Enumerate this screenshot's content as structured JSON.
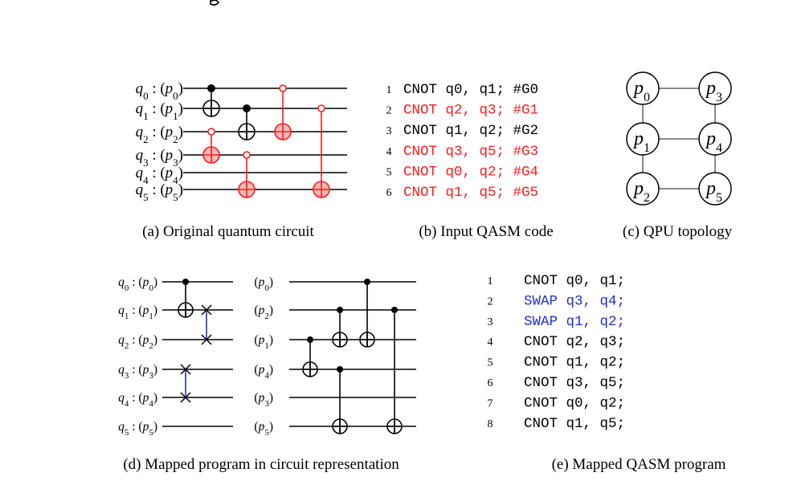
{
  "colors": {
    "black": "#000000",
    "highlight": "#ff1a1a",
    "highlight_fill": "#f8b7b7",
    "swap": "#1f2fd0",
    "topology_edge": "#8a8a8a"
  },
  "panel_a": {
    "caption": "(a) Original quantum circuit",
    "qubits": [
      {
        "q": "q",
        "sub": "0",
        "p": "p",
        "psub": "0"
      },
      {
        "q": "q",
        "sub": "1",
        "p": "p",
        "psub": "1"
      },
      {
        "q": "q",
        "sub": "2",
        "p": "p",
        "psub": "2"
      },
      {
        "q": "q",
        "sub": "3",
        "p": "p",
        "psub": "3"
      },
      {
        "q": "q",
        "sub": "4",
        "p": "p",
        "psub": "4"
      },
      {
        "q": "q",
        "sub": "5",
        "p": "p",
        "psub": "5"
      }
    ],
    "gates": [
      {
        "control": 0,
        "target": 1,
        "highlight": false
      },
      {
        "control": 2,
        "target": 3,
        "highlight": true
      },
      {
        "control": 1,
        "target": 2,
        "highlight": false
      },
      {
        "control": 3,
        "target": 5,
        "highlight": true
      },
      {
        "control": 0,
        "target": 2,
        "highlight": true
      },
      {
        "control": 1,
        "target": 5,
        "highlight": true
      }
    ]
  },
  "panel_b": {
    "caption": "(b) Input QASM code",
    "lines": [
      {
        "num": "1",
        "text": "CNOT q0, q1; #G0",
        "highlight": false
      },
      {
        "num": "2",
        "text": "CNOT q2, q3; #G1",
        "highlight": true
      },
      {
        "num": "3",
        "text": "CNOT q1, q2; #G2",
        "highlight": false
      },
      {
        "num": "4",
        "text": "CNOT q3, q5; #G3",
        "highlight": true
      },
      {
        "num": "5",
        "text": "CNOT q0, q2; #G4",
        "highlight": true
      },
      {
        "num": "6",
        "text": "CNOT q1, q5; #G5",
        "highlight": true
      }
    ]
  },
  "panel_c": {
    "caption": "(c) QPU topology",
    "nodes": [
      {
        "label": "p",
        "sub": "0"
      },
      {
        "label": "p",
        "sub": "3"
      },
      {
        "label": "p",
        "sub": "1"
      },
      {
        "label": "p",
        "sub": "4"
      },
      {
        "label": "p",
        "sub": "2"
      },
      {
        "label": "p",
        "sub": "5"
      }
    ],
    "edges": [
      [
        0,
        1
      ],
      [
        2,
        3
      ],
      [
        4,
        5
      ],
      [
        0,
        2
      ],
      [
        2,
        4
      ],
      [
        1,
        3
      ],
      [
        3,
        5
      ]
    ]
  },
  "panel_d": {
    "caption": "(d) Mapped program in circuit representation",
    "left_labels": [
      {
        "q": "q",
        "sub": "0",
        "p": "p",
        "psub": "0"
      },
      {
        "q": "q",
        "sub": "1",
        "p": "p",
        "psub": "1"
      },
      {
        "q": "q",
        "sub": "2",
        "p": "p",
        "psub": "2"
      },
      {
        "q": "q",
        "sub": "3",
        "p": "p",
        "psub": "3"
      },
      {
        "q": "q",
        "sub": "4",
        "p": "p",
        "psub": "4"
      },
      {
        "q": "q",
        "sub": "5",
        "p": "p",
        "psub": "5"
      }
    ],
    "mid_labels": [
      {
        "p": "p",
        "psub": "0"
      },
      {
        "p": "p",
        "psub": "2"
      },
      {
        "p": "p",
        "psub": "1"
      },
      {
        "p": "p",
        "psub": "4"
      },
      {
        "p": "p",
        "psub": "3"
      },
      {
        "p": "p",
        "psub": "5"
      }
    ],
    "swaps": [
      {
        "a": 1,
        "b": 2
      },
      {
        "a": 3,
        "b": 4
      }
    ],
    "cnot_first": {
      "control": 0,
      "target": 1
    },
    "cnots_second": [
      {
        "control": 2,
        "target": 3
      },
      {
        "control": 1,
        "target": 2
      },
      {
        "control": 0,
        "target": 2
      },
      {
        "control": 3,
        "target": 5
      },
      {
        "control": 1,
        "target": 5
      }
    ]
  },
  "panel_e": {
    "caption": "(e) Mapped QASM program",
    "lines": [
      {
        "num": "1",
        "text": "CNOT q0, q1;",
        "swap": false
      },
      {
        "num": "2",
        "text": "SWAP q3, q4;",
        "swap": true
      },
      {
        "num": "3",
        "text": "SWAP q1, q2;",
        "swap": true
      },
      {
        "num": "4",
        "text": "CNOT q2, q3;",
        "swap": false
      },
      {
        "num": "5",
        "text": "CNOT q1, q2;",
        "swap": false
      },
      {
        "num": "6",
        "text": "CNOT q3, q5;",
        "swap": false
      },
      {
        "num": "7",
        "text": "CNOT q0, q2;",
        "swap": false
      },
      {
        "num": "8",
        "text": "CNOT q1, q5;",
        "swap": false
      }
    ]
  }
}
